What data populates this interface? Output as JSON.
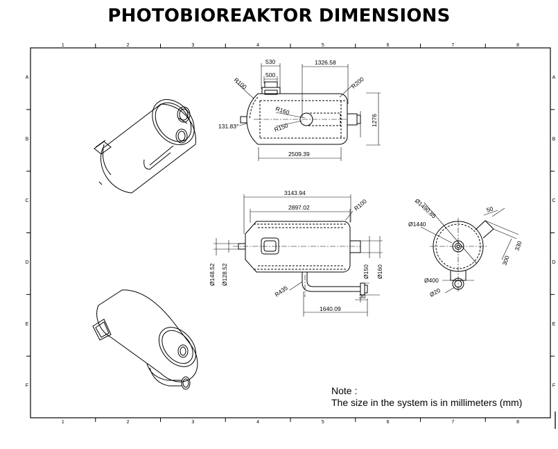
{
  "title": "PHOTOBIOREAKTOR DIMENSIONS",
  "border": {
    "columns": [
      "1",
      "2",
      "3",
      "4",
      "5",
      "6",
      "7",
      "8"
    ],
    "rows": [
      "A",
      "B",
      "C",
      "D",
      "E",
      "F"
    ]
  },
  "top_view": {
    "dims": [
      "530",
      "500",
      "1326.58",
      "R100",
      "R200",
      "R160",
      "R150",
      "131.83°",
      "1276",
      "2509.39"
    ]
  },
  "front_view": {
    "dims": [
      "3143.94",
      "2897.02",
      "R100",
      "Ø148.52",
      "Ø128.52",
      "Ø150",
      "Ø160",
      "R435",
      "30",
      "1640.09"
    ]
  },
  "side_view": {
    "dims": [
      "Ø1490.85",
      "Ø1440",
      "50",
      "330",
      "300",
      "Ø400",
      "Ø20"
    ]
  },
  "note": {
    "label": "Note :",
    "text": "The size in the system is in millimeters (mm)"
  }
}
